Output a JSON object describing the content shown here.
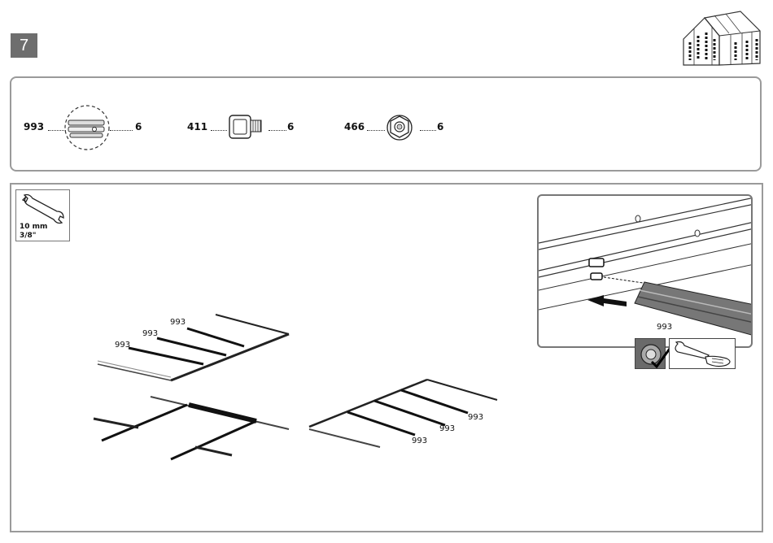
{
  "step": {
    "number": "7"
  },
  "parts": [
    {
      "code": "993",
      "qty": "6",
      "icon": "profile-section-icon"
    },
    {
      "code": "411",
      "qty": "6",
      "icon": "bolt-icon"
    },
    {
      "code": "466",
      "qty": "6",
      "icon": "flange-nut-icon"
    }
  ],
  "tool": {
    "size_mm": "10 mm",
    "size_in": "3/8\"",
    "icon": "wrench-icon"
  },
  "diagram": {
    "left_labels": [
      "993",
      "993",
      "993"
    ],
    "right_labels": [
      "993",
      "993",
      "993"
    ],
    "zoom_label": "993"
  }
}
